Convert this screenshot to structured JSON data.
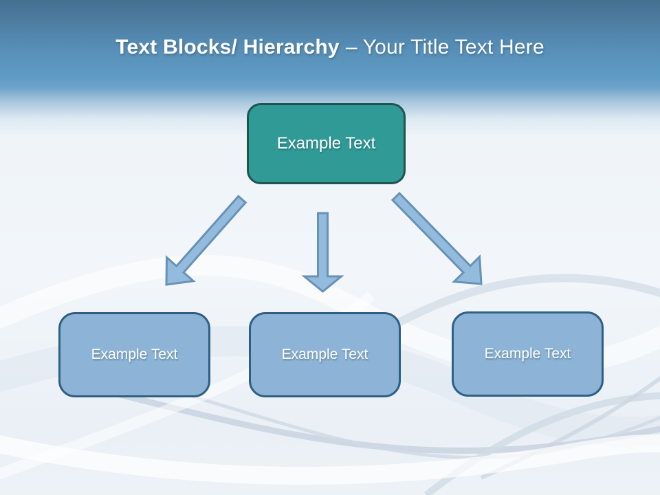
{
  "slide": {
    "title": {
      "bold": "Text Blocks/ Hierarchy",
      "regular": "– Your Title Text Here"
    }
  },
  "diagram": {
    "root": {
      "label": "Example Text"
    },
    "children": [
      {
        "label": "Example Text"
      },
      {
        "label": "Example Text"
      },
      {
        "label": "Example Text"
      }
    ],
    "arrows": [
      {
        "name": "arrow-down-left"
      },
      {
        "name": "arrow-down"
      },
      {
        "name": "arrow-down-right"
      }
    ]
  },
  "colors": {
    "header_blue_top": "#456f90",
    "header_blue_bottom": "#5f9dc6",
    "body_background": "#f1f5f9",
    "root_fill": "#2f9a96",
    "root_border": "#20544f",
    "child_fill": "#8db4d6",
    "child_border": "#2f5f83",
    "arrow_fill": "#93bbdd",
    "arrow_stroke": "#6791b5",
    "title_text": "#ffffff",
    "node_text": "#ffffff"
  }
}
